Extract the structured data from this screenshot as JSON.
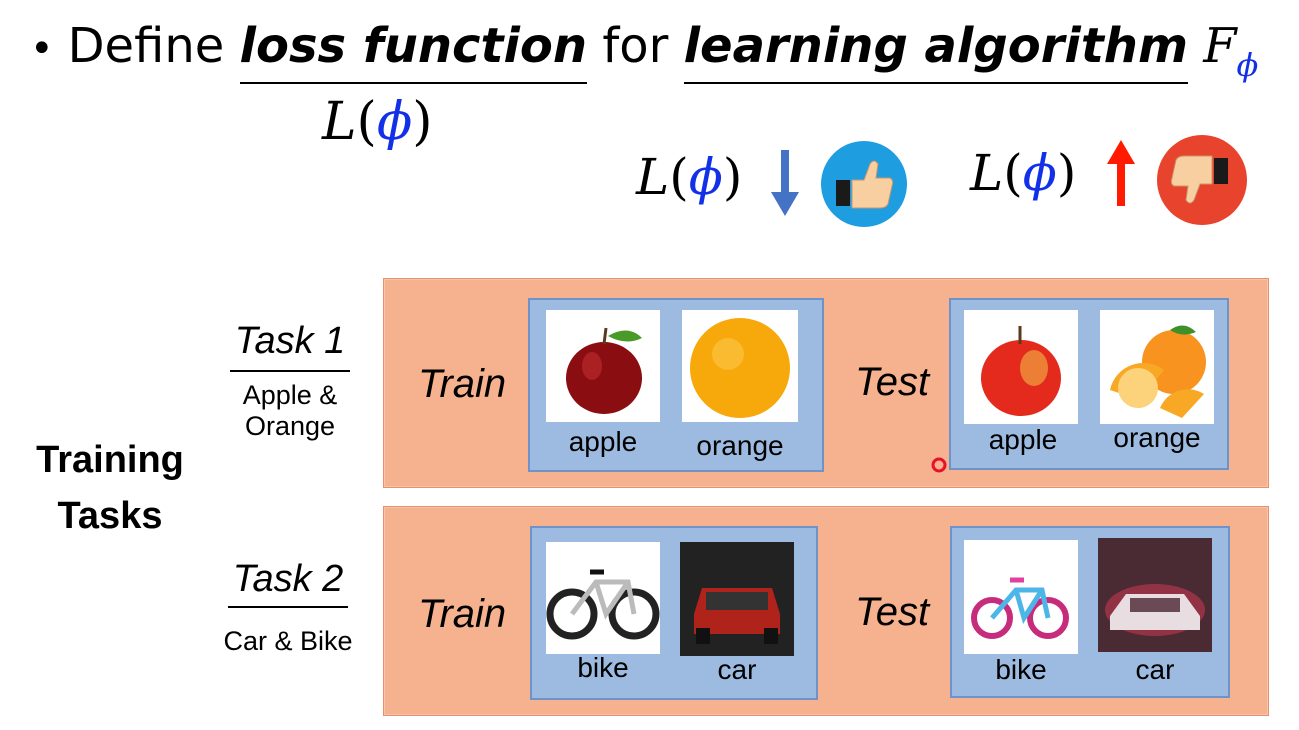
{
  "bullet": {
    "symbol": "•",
    "prefix": "Define",
    "term_loss": "loss function",
    "middle": "for",
    "term_learning": "learning algorithm",
    "F": "F",
    "phi": "ϕ"
  },
  "formula": {
    "L": "L",
    "open": "(",
    "phi": "ϕ",
    "close": ")"
  },
  "indicators": {
    "good": {
      "L": "L",
      "open": "(",
      "phi": "ϕ",
      "close": ")",
      "arrow_color": "#4472c4",
      "badge_color": "#1e9ee0",
      "icon": "thumbs-up-icon"
    },
    "bad": {
      "L": "L",
      "open": "(",
      "phi": "ϕ",
      "close": ")",
      "arrow_color": "#ff1a00",
      "badge_color": "#e8432c",
      "icon": "thumbs-down-icon"
    }
  },
  "training_label": {
    "line1": "Training",
    "line2": "Tasks"
  },
  "tasks": [
    {
      "title": "Task 1",
      "subtitle_line1": "Apple &",
      "subtitle_line2": "Orange",
      "train_label": "Train",
      "test_label": "Test",
      "train_items": [
        "apple",
        "orange"
      ],
      "test_items": [
        "apple",
        "orange"
      ]
    },
    {
      "title": "Task 2",
      "subtitle_line1": "Car & Bike",
      "train_label": "Train",
      "test_label": "Test",
      "train_items": [
        "bike",
        "car"
      ],
      "test_items": [
        "bike",
        "car"
      ]
    }
  ]
}
